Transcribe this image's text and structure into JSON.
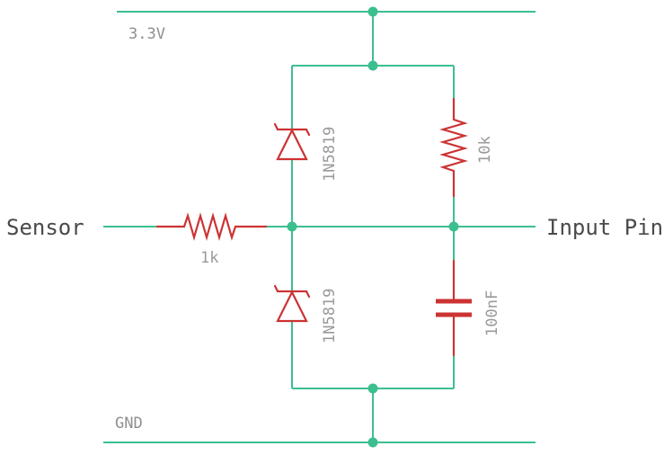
{
  "nets": {
    "power": "3.3V",
    "ground": "GND"
  },
  "ports": {
    "input": "Sensor",
    "output": "Input Pin"
  },
  "components": {
    "series_resistor": {
      "type": "resistor",
      "value": "1k"
    },
    "pullup_resistor": {
      "type": "resistor",
      "value": "10k"
    },
    "upper_diode": {
      "type": "diode",
      "value": "1N5819"
    },
    "lower_diode": {
      "type": "diode",
      "value": "1N5819"
    },
    "filter_capacitor": {
      "type": "capacitor",
      "value": "100nF"
    }
  },
  "colors": {
    "wire": "#3cbf8f",
    "component": "#cc3333",
    "label": "#8f8f8f",
    "port_text": "#4a4a4a"
  }
}
